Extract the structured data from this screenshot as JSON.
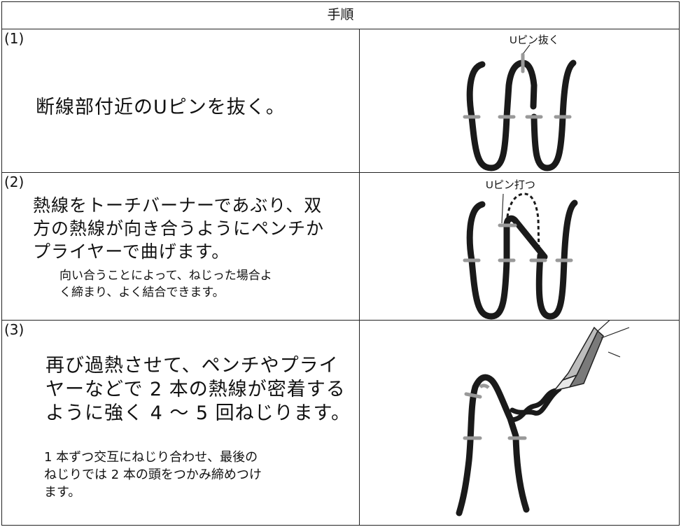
{
  "header": {
    "title": "手順"
  },
  "steps": [
    {
      "number": "(1)",
      "main_text": "断線部付近のUピンを抜く。",
      "note_text": "",
      "figure_label": "Uピン抜く"
    },
    {
      "number": "(2)",
      "main_text": "熱線をトーチバーナーであぶり、双\n方の熱線が向き合うようにペンチか\nプライヤーで曲げます。",
      "note_text": "向い合うことによって、ねじった場合よ\nく締まり、よく結合できます。",
      "figure_label": "Uピン打つ"
    },
    {
      "number": "(3)",
      "main_text": "再び過熱させて、ペンチやプライ\nヤーなどで 2 本の熱線が密着する\nように強く 4 ～ 5 回ねじります。",
      "note_text": "1 本ずつ交互にねじり合わせ、最後の\nねじりでは 2 本の頭をつかみ締めつけ\nます。",
      "figure_label": ""
    }
  ],
  "colors": {
    "wire": "#1a1a1a",
    "pin": "#999999",
    "border": "#222222"
  }
}
